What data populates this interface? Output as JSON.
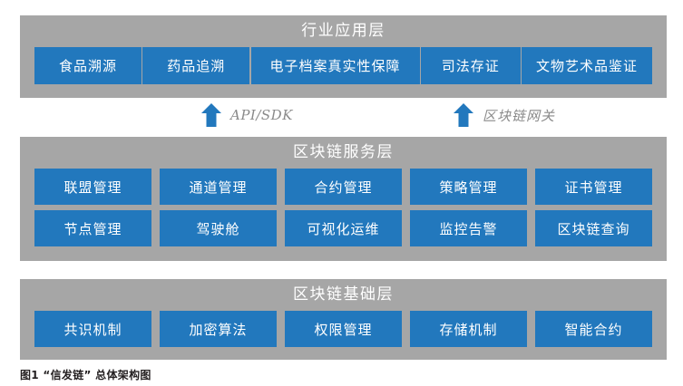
{
  "figure": {
    "caption": "图1 “信发链” 总体架构图",
    "colors": {
      "panel_gray": "#a6a6a6",
      "node_blue": "#2278bd",
      "node_text": "#ffffff",
      "connector_label": "#8a8a8a",
      "background": "#ffffff"
    }
  },
  "layers": [
    {
      "id": "application",
      "title": "行业应用层",
      "rows": [
        {
          "boxes": [
            "食品溯源",
            "药品追溯",
            "电子档案真实性保障",
            "司法存证",
            "文物艺术品鉴证"
          ]
        }
      ]
    },
    {
      "id": "service",
      "title": "区块链服务层",
      "rows": [
        {
          "boxes": [
            "联盟管理",
            "通道管理",
            "合约管理",
            "策略管理",
            "证书管理"
          ]
        },
        {
          "boxes": [
            "节点管理",
            "驾驶舱",
            "可视化运维",
            "监控告警",
            "区块链查询"
          ]
        }
      ]
    },
    {
      "id": "base",
      "title": "区块链基础层",
      "rows": [
        {
          "boxes": [
            "共识机制",
            "加密算法",
            "权限管理",
            "存储机制",
            "智能合约"
          ]
        }
      ]
    }
  ],
  "connectors": [
    {
      "id": "api",
      "icon": "arrow-up-icon",
      "label": "API/SDK"
    },
    {
      "id": "gateway",
      "icon": "arrow-up-icon",
      "label": "区块链网关"
    }
  ]
}
